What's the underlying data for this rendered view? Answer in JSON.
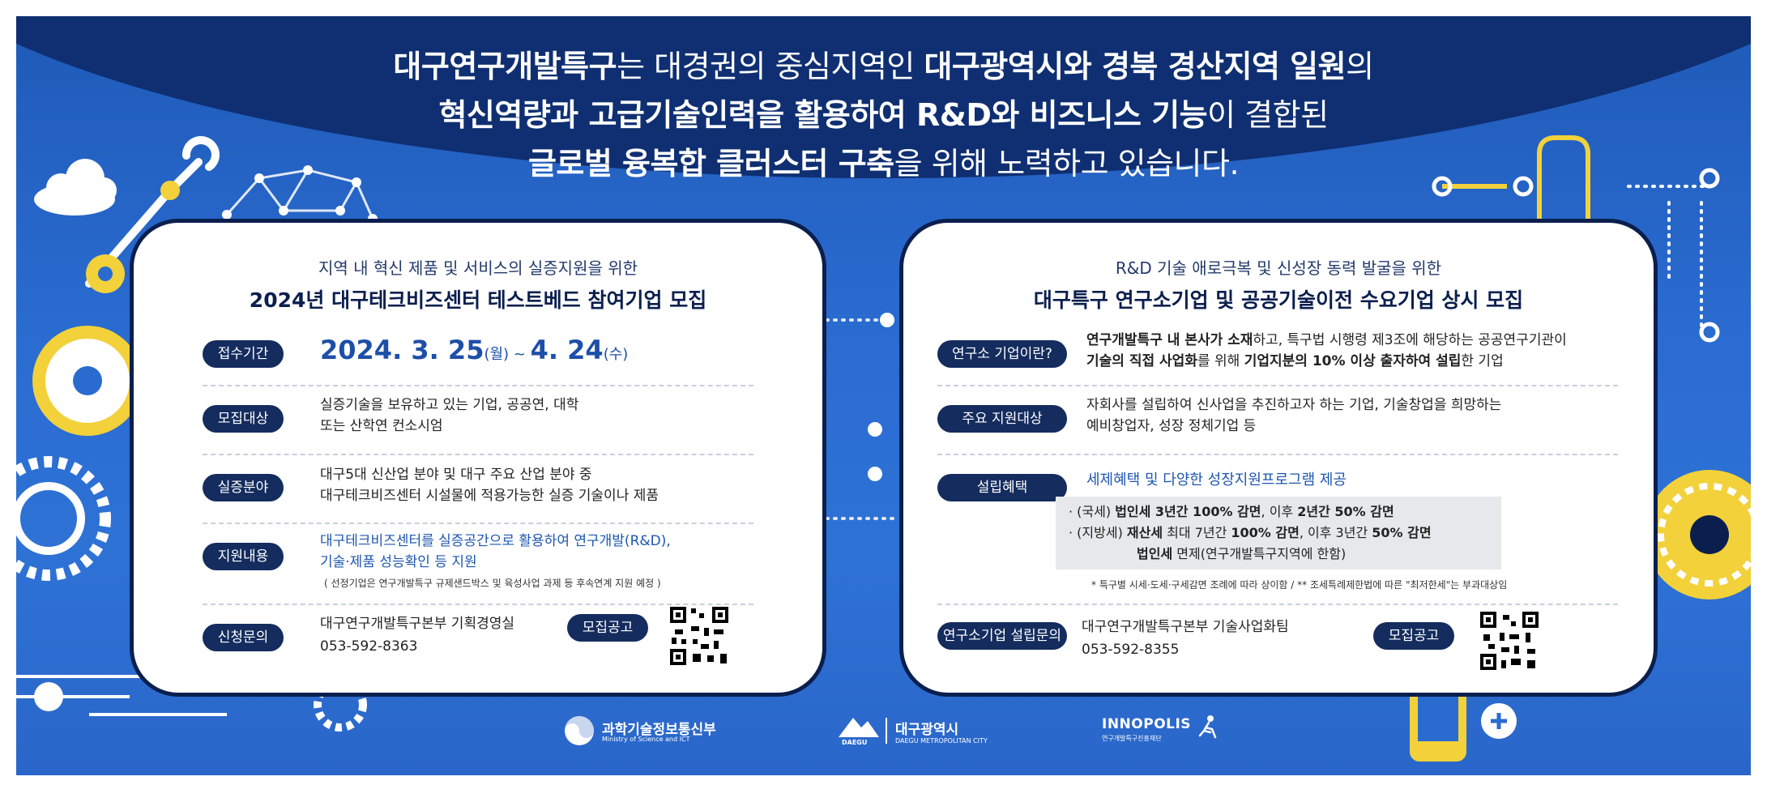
{
  "headline": {
    "l1_b1": "대구연구개발특구",
    "l1_t1": "는 대경권의 중심지역인 ",
    "l1_b2": "대구광역시와 경북 경산지역 일원",
    "l1_t2": "의",
    "l2_b1": "혁신역량과 고급기술인력을 활용하여 R&D와 비즈니스 기능",
    "l2_t1": "이 결합된",
    "l3_b1": "글로벌 융복합 클러스터 구축",
    "l3_t1": "을 위해 노력하고 있습니다."
  },
  "left": {
    "subtitle": "지역 내 혁신 제품 및 서비스의 실증지원을 위한",
    "title": "2024년 대구테크비즈센터 테스트베드 참여기업 모집",
    "period_label": "접수기간",
    "period_date1": "2024. 3. 25",
    "period_day1": "(월)",
    "period_sep": " ~ ",
    "period_date2": "4. 24",
    "period_day2": "(수)",
    "target_label": "모집대상",
    "target_l1": "실증기술을 보유하고 있는 기업, 공공연, 대학",
    "target_l2": "또는 산학연 컨소시엄",
    "field_label": "실증분야",
    "field_l1": "대구5대 신산업 분야 및 대구 주요 산업 분야 중",
    "field_l2": "대구테크비즈센터 시설물에 적용가능한 실증 기술이나 제품",
    "support_label": "지원내용",
    "support_l1": "대구테크비즈센터를 실증공간으로 활용하여 연구개발(R&D),",
    "support_l2": "기술·제품 성능확인 등 지원",
    "support_note": "( 선정기업은 연구개발특구 규제샌드박스 및 육성사업 과제 등 후속연계 지원 예정 )",
    "contact_label": "신청문의",
    "contact_l1": "대구연구개발특구본부 기획경영실",
    "contact_l2": "053-592-8363",
    "notice_button": "모집공고"
  },
  "right": {
    "subtitle": "R&D 기술 애로극복 및 신성장 동력 발굴을 위한",
    "title": "대구특구 연구소기업 및 공공기술이전 수요기업 상시 모집",
    "what_label": "연구소 기업이란?",
    "what_l1_b": "연구개발특구 내 본사가 소재",
    "what_l1_t": "하고, 특구법 시행령 제3조에 해당하는 공공연구기관이",
    "what_l2_b1": "기술의 직접 사업화",
    "what_l2_t1": "를 위해 ",
    "what_l2_b2": "기업지분의 10% 이상 출자하여 설립",
    "what_l2_t2": "한 기업",
    "target_label": "주요 지원대상",
    "target_l1": "자회사를 설립하여 신사업을 추진하고자 하는 기업, 기술창업을 희망하는",
    "target_l2": "예비창업자, 성장 정체기업 등",
    "benefit_label": "설립혜택",
    "benefit_title": "세제혜택 및 다양한 성장지원프로그램 제공",
    "benefit_l1_t1": "· (국세) ",
    "benefit_l1_b1": "법인세 3년간 100% 감면",
    "benefit_l1_t2": ", 이후 ",
    "benefit_l1_b2": "2년간 50% 감면",
    "benefit_l2_t1": "· (지방세) ",
    "benefit_l2_b1": "재산세",
    "benefit_l2_t2": " 최대 7년간 ",
    "benefit_l2_b2": "100% 감면",
    "benefit_l2_t3": ", 이후 3년간 ",
    "benefit_l2_b3": "50% 감면",
    "benefit_l3_b1": "법인세",
    "benefit_l3_t1": " 면제(연구개발특구지역에 한함)",
    "benefit_note": "* 특구별 시세·도세·구세감면 조례에 따라 상이함 / ** 조세특례제한법에 따른 \"최저한세\"는 부과대상임",
    "contact_label": "연구소기업 설립문의",
    "contact_l1": "대구연구개발특구본부 기술사업화팀",
    "contact_l2": "053-592-8355",
    "notice_button": "모집공고"
  },
  "logos": {
    "msit_main": "과학기술정보통신부",
    "msit_sub": "Ministry of Science and ICT",
    "daegu_mark": "DAEGU",
    "daegu_main": "대구광역시",
    "daegu_sub": "DAEGU METROPOLITAN CITY",
    "innopolis_main": "INNOPOLIS",
    "innopolis_sub": "연구개발특구진흥재단"
  },
  "colors": {
    "navy": "#0b1f4e",
    "pill": "#142c5e",
    "accent_blue": "#1d56b0",
    "banner_blue": "#2a6bd0",
    "yellow": "#f2d13a"
  }
}
